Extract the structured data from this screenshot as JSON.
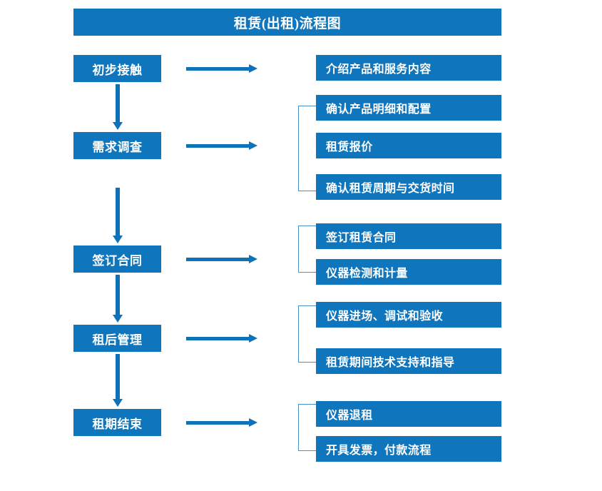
{
  "title": "租赁(出租)流程图",
  "colors": {
    "box_fill": "#0F75BC",
    "arrow": "#0E72B8",
    "bracket": "#4A90C8",
    "box_text": "#FFFFFF",
    "background": "#FFFFFF"
  },
  "stages": [
    {
      "label": "初步接触"
    },
    {
      "label": "需求调查"
    },
    {
      "label": "签订合同"
    },
    {
      "label": "租后管理"
    },
    {
      "label": "租期结束"
    }
  ],
  "details": [
    {
      "label": "介绍产品和服务内容"
    },
    {
      "label": "确认产品明细和配置"
    },
    {
      "label": "租赁报价"
    },
    {
      "label": "确认租赁周期与交货时间"
    },
    {
      "label": "签订租赁合同"
    },
    {
      "label": "仪器检测和计量"
    },
    {
      "label": "仪器进场、调试和验收"
    },
    {
      "label": "租赁期间技术支持和指导"
    },
    {
      "label": "仪器退租"
    },
    {
      "label": "开具发票，付款流程"
    }
  ],
  "chart_data": {
    "type": "diagram",
    "title": "租赁(出租)流程图",
    "diagram_type": "flowchart",
    "orientation": "top-to-bottom",
    "nodes": [
      {
        "id": "stage-1",
        "label": "初步接触",
        "column": "left",
        "order": 1
      },
      {
        "id": "stage-2",
        "label": "需求调查",
        "column": "left",
        "order": 2
      },
      {
        "id": "stage-3",
        "label": "签订合同",
        "column": "left",
        "order": 3
      },
      {
        "id": "stage-4",
        "label": "租后管理",
        "column": "left",
        "order": 4
      },
      {
        "id": "stage-5",
        "label": "租期结束",
        "column": "left",
        "order": 5
      },
      {
        "id": "detail-1",
        "label": "介绍产品和服务内容",
        "column": "right",
        "parent": "stage-1"
      },
      {
        "id": "detail-2",
        "label": "确认产品明细和配置",
        "column": "right",
        "parent": "stage-2"
      },
      {
        "id": "detail-3",
        "label": "租赁报价",
        "column": "right",
        "parent": "stage-2"
      },
      {
        "id": "detail-4",
        "label": "确认租赁周期与交货时间",
        "column": "right",
        "parent": "stage-2"
      },
      {
        "id": "detail-5",
        "label": "签订租赁合同",
        "column": "right",
        "parent": "stage-3"
      },
      {
        "id": "detail-6",
        "label": "仪器检测和计量",
        "column": "right",
        "parent": "stage-3"
      },
      {
        "id": "detail-7",
        "label": "仪器进场、调试和验收",
        "column": "right",
        "parent": "stage-4"
      },
      {
        "id": "detail-8",
        "label": "租赁期间技术支持和指导",
        "column": "right",
        "parent": "stage-4"
      },
      {
        "id": "detail-9",
        "label": "仪器退租",
        "column": "right",
        "parent": "stage-5"
      },
      {
        "id": "detail-10",
        "label": "开具发票，付款流程",
        "column": "right",
        "parent": "stage-5"
      }
    ],
    "edges": [
      {
        "from": "stage-1",
        "to": "stage-2",
        "direction": "down"
      },
      {
        "from": "stage-2",
        "to": "stage-3",
        "direction": "down"
      },
      {
        "from": "stage-3",
        "to": "stage-4",
        "direction": "down"
      },
      {
        "from": "stage-4",
        "to": "stage-5",
        "direction": "down"
      },
      {
        "from": "stage-1",
        "to": "detail-1",
        "direction": "right"
      },
      {
        "from": "stage-2",
        "to": "detail-2",
        "direction": "right"
      },
      {
        "from": "stage-3",
        "to": "detail-5",
        "direction": "right"
      },
      {
        "from": "stage-4",
        "to": "detail-7",
        "direction": "right"
      },
      {
        "from": "stage-5",
        "to": "detail-9",
        "direction": "right"
      }
    ]
  }
}
